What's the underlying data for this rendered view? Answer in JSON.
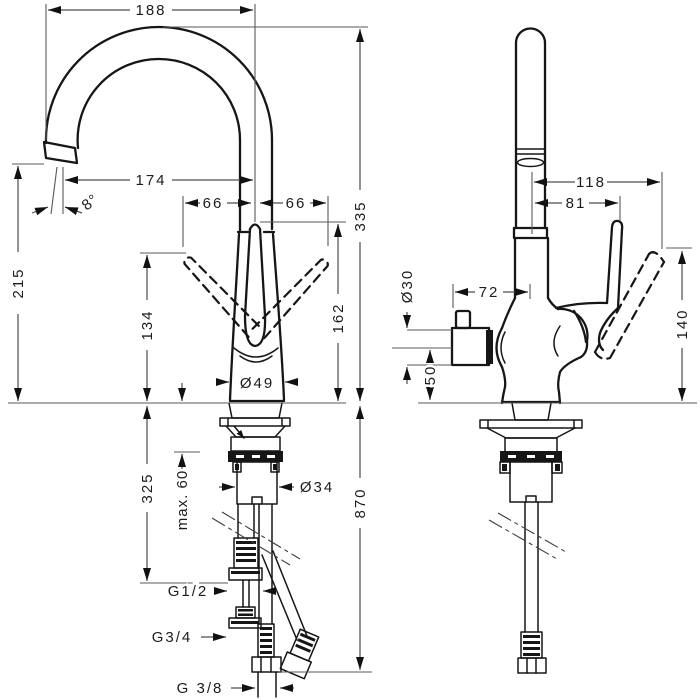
{
  "drawing": {
    "front_view": {
      "overall_reach": "188",
      "spout_reach": "174",
      "spray_angle": "8°",
      "swivel_left": "66",
      "swivel_right": "66",
      "outlet_height": "215",
      "handle_tip_low": "134",
      "handle_tip_high": "162",
      "base_diameter": "Ø49",
      "total_height": "335",
      "shank_length": "325",
      "max_counter_thickness": "max. 60",
      "shank_diameter": "Ø34",
      "hose_connection": "G1/2",
      "nut_connection": "G3/4",
      "supply_connection": "G 3/8",
      "hose_length_below": "870"
    },
    "side_view": {
      "spout_depth": "118",
      "lever_reach": "81",
      "valve_diameter": "Ø30",
      "valve_reach": "72",
      "valve_height": "50",
      "lever_height": "140"
    }
  }
}
